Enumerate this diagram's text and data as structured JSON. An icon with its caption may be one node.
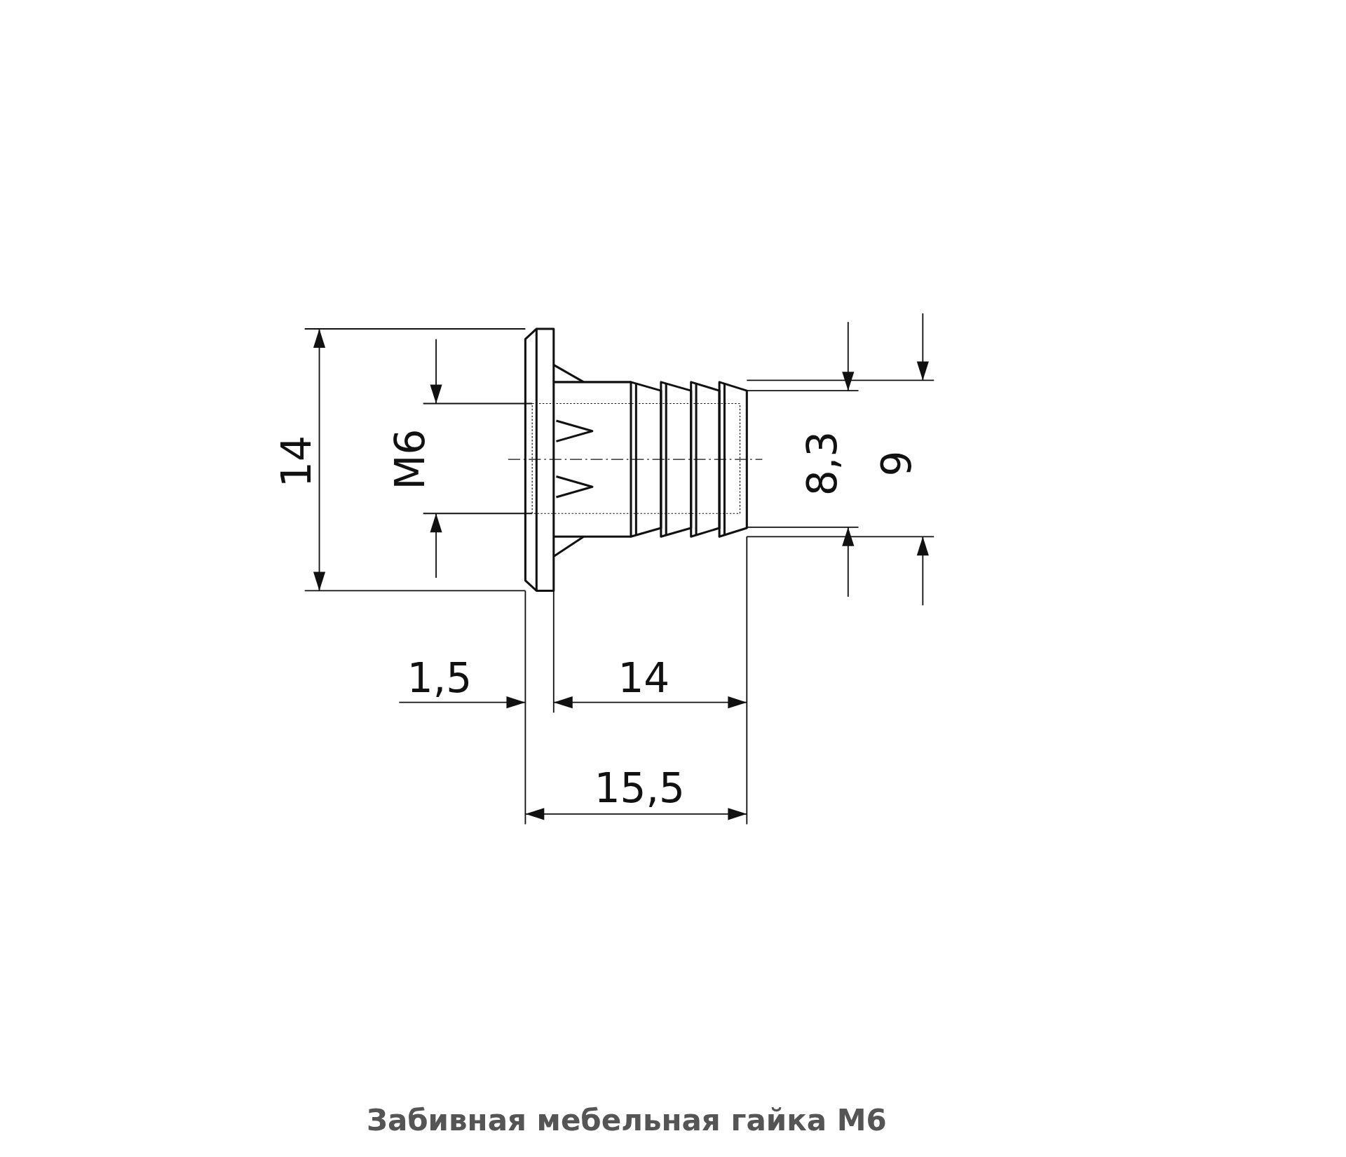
{
  "diagram": {
    "caption": "Забивная мебельная гайка М6",
    "labels": [
      "14",
      "M6",
      "8,3",
      "9",
      "1,5",
      "14",
      "15,5"
    ]
  }
}
